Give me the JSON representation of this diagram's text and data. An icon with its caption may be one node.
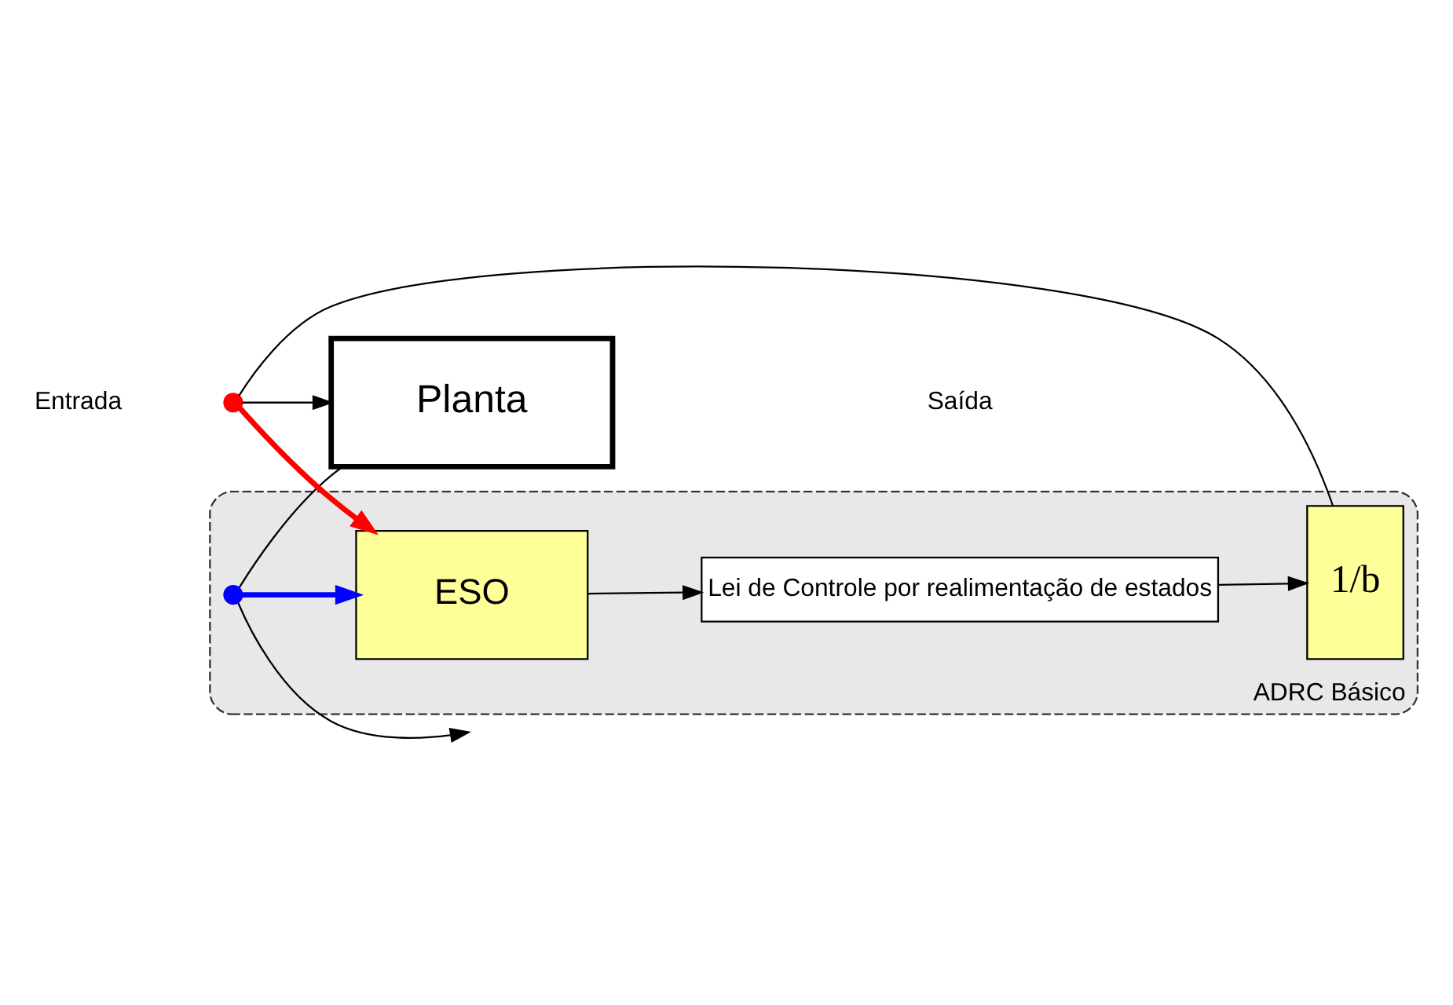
{
  "diagram": {
    "nodes": [
      {
        "text": [
          "ADRC Básico"
        ]
      },
      {
        "text": [
          "Planta"
        ]
      },
      {
        "text": [
          "ESO"
        ],
        "in": 0
      },
      {
        "text": [
          "1/b"
        ],
        "in": 0
      },
      {
        "text": [
          "Lei de Controle por realimentação de estados"
        ],
        "in": 0
      },
      {
        "text": [],
        "shape": "circle"
      },
      {
        "text": [],
        "shape": "circle",
        "in": 0
      }
    ],
    "edges": [
      {
        "from": 3,
        "to": 5,
        "arrow": "none"
      },
      {
        "from": 5,
        "to": 1,
        "arrow": "to"
      },
      {
        "from": 1,
        "to": 6,
        "arrow": "none"
      },
      {
        "from": 6,
        "to": null,
        "arrow": "to"
      },
      {
        "from": 5,
        "to": 2,
        "arrow": "to",
        "style": "thick",
        "color": "#ff0000"
      },
      {
        "from": 6,
        "to": 2,
        "arrow": "to",
        "style": "thick",
        "color": "#0000ff"
      },
      {
        "from": 2,
        "to": 4,
        "arrow": "to"
      },
      {
        "from": 4,
        "to": 3,
        "arrow": "to"
      }
    ],
    "labels": [
      "Entrada",
      "Saída"
    ]
  }
}
